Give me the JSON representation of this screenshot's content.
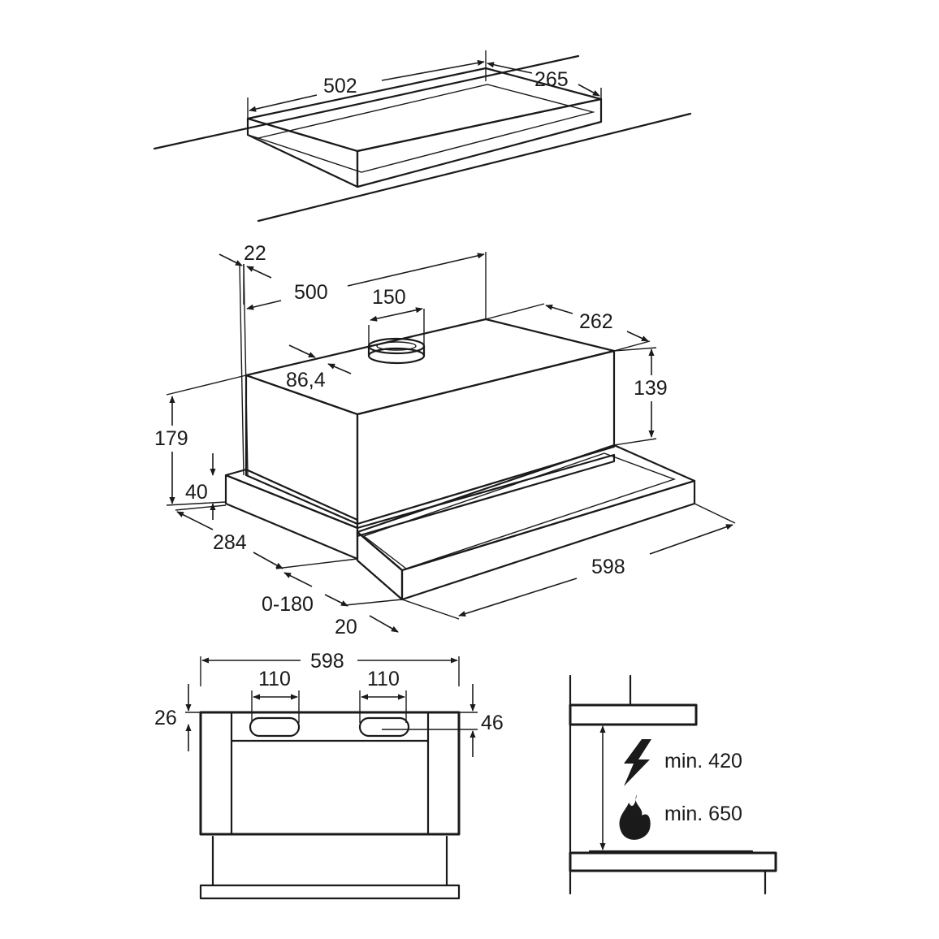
{
  "ceiling_cutout": {
    "length": "502",
    "depth": "265"
  },
  "hood_3d": {
    "wall_offset": "22",
    "duct_distance": "500",
    "outlet_diameter": "150",
    "outlet_offset": "86,4",
    "body_depth": "262",
    "body_height": "139",
    "total_height": "179",
    "front_height": "40",
    "depth": "284",
    "extension": "0-180",
    "front_thickness": "20",
    "width": "598"
  },
  "bottom_view": {
    "width": "598",
    "slot_left": "110",
    "slot_right": "110",
    "left_offset": "26",
    "right_offset": "46"
  },
  "clearance": {
    "electric_label": "min. 420",
    "gas_label": "min. 650",
    "electric_icon": "lightning-icon",
    "gas_icon": "flame-icon"
  }
}
